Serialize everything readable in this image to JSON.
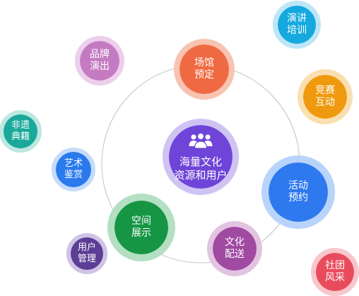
{
  "center": {
    "icon": "users-group-icon",
    "lines": [
      "海量文化",
      "资源和用户"
    ],
    "color": "#6f44d8",
    "ring": "#cfc3f3"
  },
  "nodes": [
    {
      "id": "venue-booking",
      "lines": [
        "场馆",
        "预定"
      ],
      "color": "#ef6a43",
      "ring": "#f8c3b1"
    },
    {
      "id": "activity-booking",
      "lines": [
        "活动",
        "预约"
      ],
      "color": "#2f79ef",
      "ring": "#b9d4fb"
    },
    {
      "id": "culture-delivery",
      "lines": [
        "文化",
        "配送"
      ],
      "color": "#a04aa1",
      "ring": "#e2c4e1"
    },
    {
      "id": "space-display",
      "lines": [
        "空间",
        "展示"
      ],
      "color": "#169644",
      "ring": "#b4dfc2"
    },
    {
      "id": "brand-show",
      "lines": [
        "品牌",
        "演出"
      ],
      "color": "#c47bc2",
      "ring": "#eccfeb"
    },
    {
      "id": "art-appreciation",
      "lines": [
        "艺术",
        "鉴赏"
      ],
      "color": "#2a7aee",
      "ring": "#c5dbfb"
    },
    {
      "id": "intangible-heritage",
      "lines": [
        "非遗",
        "典籍"
      ],
      "color": "#1aa89a",
      "ring": "#bde7e1"
    },
    {
      "id": "user-management",
      "lines": [
        "用户",
        "管理"
      ],
      "color": "#5c3e96",
      "ring": "#cfc3e6"
    },
    {
      "id": "lecture-training",
      "lines": [
        "演讲",
        "培训"
      ],
      "color": "#16a9df",
      "ring": "#bde6f6"
    },
    {
      "id": "contest-interaction",
      "lines": [
        "竞赛",
        "互动"
      ],
      "color": "#ef9a0e",
      "ring": "#fadfb0"
    },
    {
      "id": "community-style",
      "lines": [
        "社团",
        "风采"
      ],
      "color": "#e84c5c",
      "ring": "#f8c6cb"
    }
  ]
}
